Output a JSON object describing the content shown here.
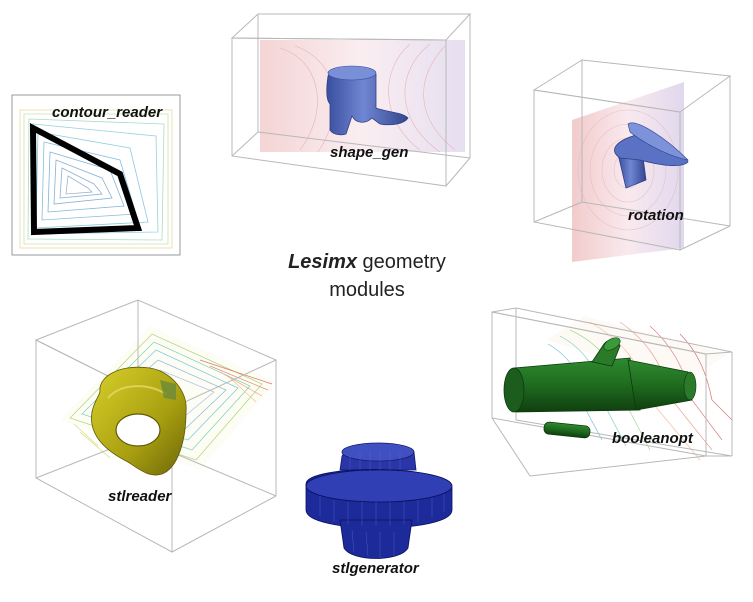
{
  "title": {
    "emphasis": "Lesimx",
    "rest": " geometry",
    "line2": "modules"
  },
  "modules": {
    "contour_reader": "contour_reader",
    "shape_gen": "shape_gen",
    "rotation": "rotation",
    "stlreader": "stlreader",
    "booleanopt": "booleanopt",
    "stlgenerator": "stlgenerator"
  },
  "colors": {
    "frame": "#b8b8b8",
    "solid_blue": "#4f68b8",
    "solid_green": "#1f6b1f",
    "solid_olive": "#b6ae12",
    "mesh_navy": "#1d2a9a",
    "contour_warm": "#d98080",
    "contour_cool": "#7ac8d8"
  }
}
